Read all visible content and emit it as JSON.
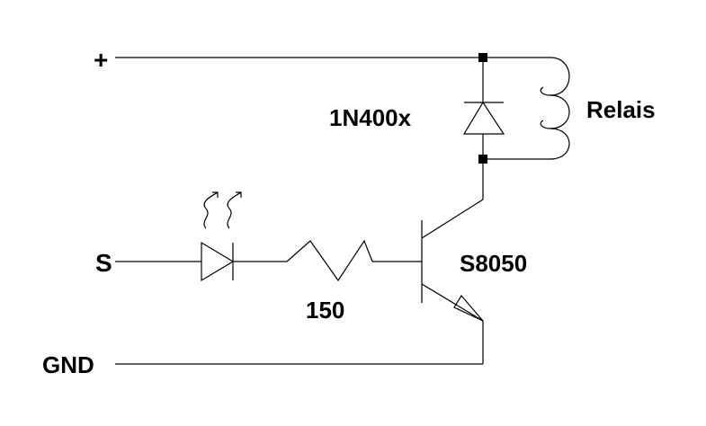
{
  "labels": {
    "plus": "+",
    "s": "S",
    "gnd": "GND",
    "diode": "1N400x",
    "relay": "Relais",
    "transistor": "S8050",
    "resistor": "150"
  },
  "colors": {
    "line": "#000000",
    "background": "#ffffff"
  },
  "icons": {
    "led": "led-icon",
    "diode": "diode-icon",
    "coil": "relay-coil-icon",
    "resistor": "resistor-icon",
    "transistor": "npn-transistor-icon"
  }
}
